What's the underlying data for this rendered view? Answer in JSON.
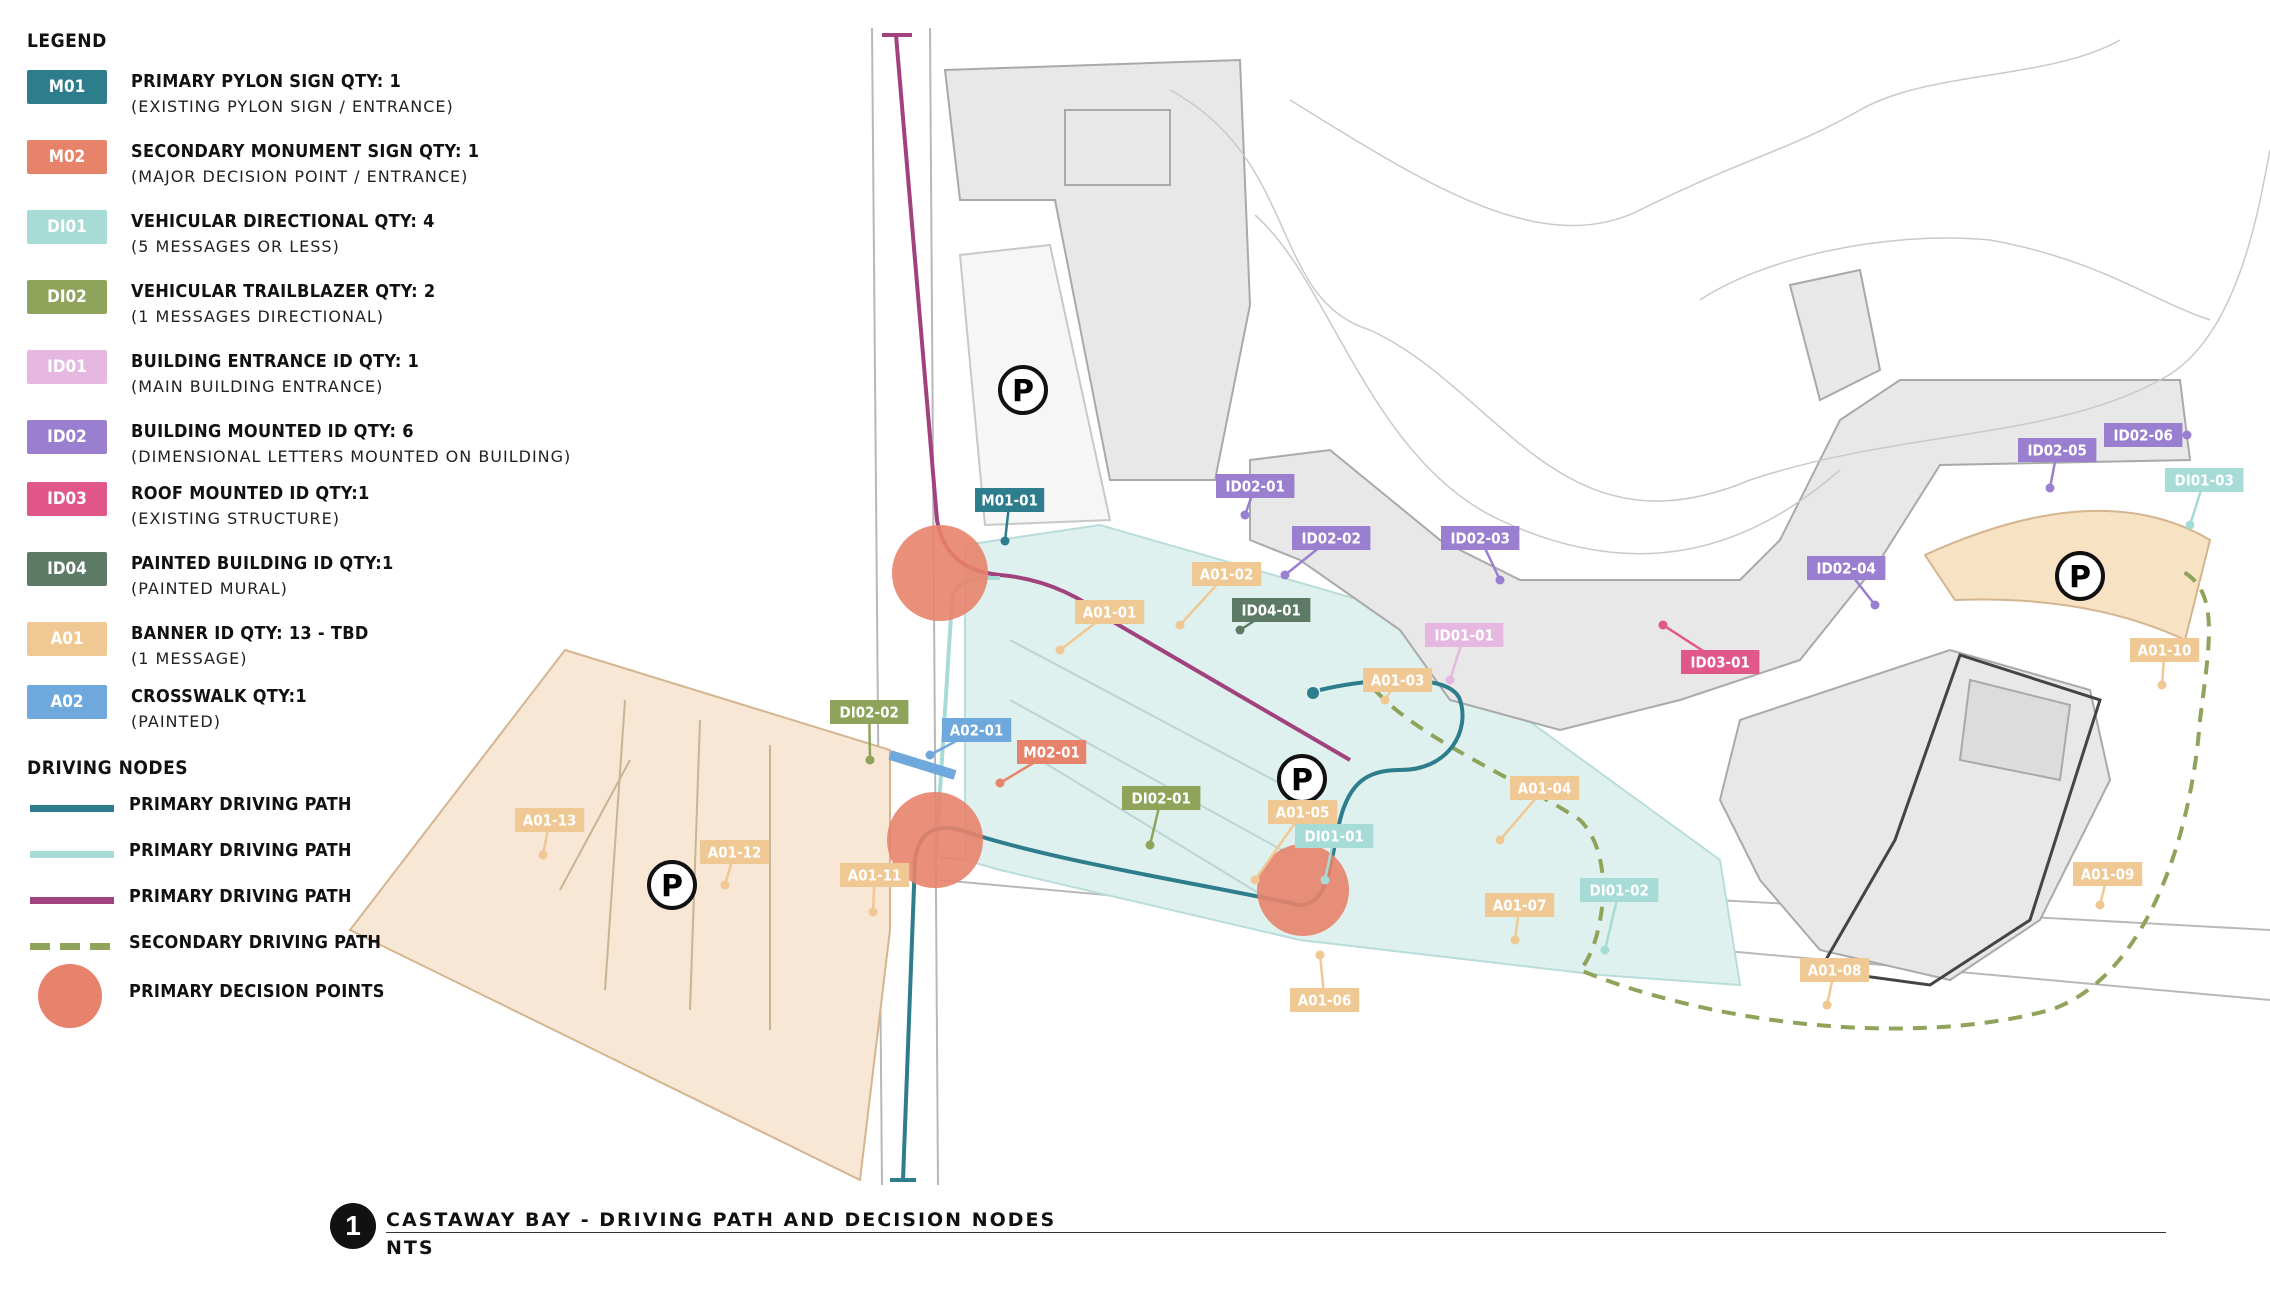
{
  "legend": {
    "title": "LEGEND",
    "items": [
      {
        "code": "M01",
        "color": "#2d7d8c",
        "label": "PRIMARY PYLON SIGN  QTY: 1",
        "sub": "(EXISTING PYLON SIGN / ENTRANCE)"
      },
      {
        "code": "M02",
        "color": "#e8836b",
        "label": "SECONDARY MONUMENT SIGN QTY: 1",
        "sub": "(MAJOR DECISION POINT / ENTRANCE)"
      },
      {
        "code": "DI01",
        "color": "#a6dbd6",
        "label": "VEHICULAR DIRECTIONAL QTY: 4",
        "sub": "(5 MESSAGES OR LESS)"
      },
      {
        "code": "DI02",
        "color": "#8fa35a",
        "label": "VEHICULAR TRAILBLAZER QTY: 2",
        "sub": "(1 MESSAGES DIRECTIONAL)"
      },
      {
        "code": "ID01",
        "color": "#e6b7e0",
        "label": "BUILDING ENTRANCE ID QTY: 1",
        "sub": "(MAIN BUILDING ENTRANCE)"
      },
      {
        "code": "ID02",
        "color": "#9a7fd0",
        "label": "BUILDING MOUNTED ID QTY: 6",
        "sub": "(DIMENSIONAL LETTERS MOUNTED ON BUILDING)"
      },
      {
        "code": "ID03",
        "color": "#e2578a",
        "label": "ROOF MOUNTED ID QTY:1",
        "sub": "(EXISTING STRUCTURE)"
      },
      {
        "code": "ID04",
        "color": "#5c7a66",
        "label": "PAINTED BUILDING ID QTY:1",
        "sub": "(PAINTED MURAL)"
      },
      {
        "code": "A01",
        "color": "#efc893",
        "label": "BANNER ID QTY: 13 - TBD",
        "sub": "(1 MESSAGE)"
      },
      {
        "code": "A02",
        "color": "#6fa8dc",
        "label": "CROSSWALK QTY:1",
        "sub": "(PAINTED)"
      }
    ]
  },
  "driving_nodes": {
    "title": "DRIVING NODES",
    "items": [
      {
        "label": "PRIMARY DRIVING PATH",
        "color": "#2d7d8c",
        "style": "solid"
      },
      {
        "label": "PRIMARY DRIVING PATH",
        "color": "#a6dbd6",
        "style": "solid"
      },
      {
        "label": "PRIMARY DRIVING PATH",
        "color": "#a0427e",
        "style": "solid"
      },
      {
        "label": "SECONDARY DRIVING PATH",
        "color": "#8fa35a",
        "style": "dashed"
      },
      {
        "label": "PRIMARY DECISION POINTS",
        "color": "#e8836b",
        "style": "circle"
      }
    ]
  },
  "map": {
    "parking_symbol": "P",
    "tags": [
      {
        "text": "M01-01",
        "color": "#2d7d8c"
      },
      {
        "text": "M02-01",
        "color": "#e8836b"
      },
      {
        "text": "ID02-01",
        "color": "#9a7fd0"
      },
      {
        "text": "ID02-02",
        "color": "#9a7fd0"
      },
      {
        "text": "ID02-03",
        "color": "#9a7fd0"
      },
      {
        "text": "ID02-04",
        "color": "#9a7fd0"
      },
      {
        "text": "ID02-05",
        "color": "#9a7fd0"
      },
      {
        "text": "ID02-06",
        "color": "#9a7fd0"
      },
      {
        "text": "ID04-01",
        "color": "#5c7a66"
      },
      {
        "text": "ID01-01",
        "color": "#e6b7e0"
      },
      {
        "text": "ID03-01",
        "color": "#e2578a"
      },
      {
        "text": "DI01-01",
        "color": "#a6dbd6"
      },
      {
        "text": "DI01-02",
        "color": "#a6dbd6"
      },
      {
        "text": "DI01-03",
        "color": "#a6dbd6"
      },
      {
        "text": "DI02-01",
        "color": "#8fa35a"
      },
      {
        "text": "DI02-02",
        "color": "#8fa35a"
      },
      {
        "text": "A02-01",
        "color": "#6fa8dc"
      },
      {
        "text": "A01-01",
        "color": "#efc893"
      },
      {
        "text": "A01-02",
        "color": "#efc893"
      },
      {
        "text": "A01-03",
        "color": "#efc893"
      },
      {
        "text": "A01-04",
        "color": "#efc893"
      },
      {
        "text": "A01-05",
        "color": "#efc893"
      },
      {
        "text": "A01-06",
        "color": "#efc893"
      },
      {
        "text": "A01-07",
        "color": "#efc893"
      },
      {
        "text": "A01-08",
        "color": "#efc893"
      },
      {
        "text": "A01-09",
        "color": "#efc893"
      },
      {
        "text": "A01-10",
        "color": "#efc893"
      },
      {
        "text": "A01-11",
        "color": "#efc893"
      },
      {
        "text": "A01-12",
        "color": "#efc893"
      },
      {
        "text": "A01-13",
        "color": "#efc893"
      }
    ]
  },
  "footer": {
    "number": "1",
    "title": "CASTAWAY BAY - DRIVING PATH AND DECISION NODES",
    "scale": "NTS"
  }
}
